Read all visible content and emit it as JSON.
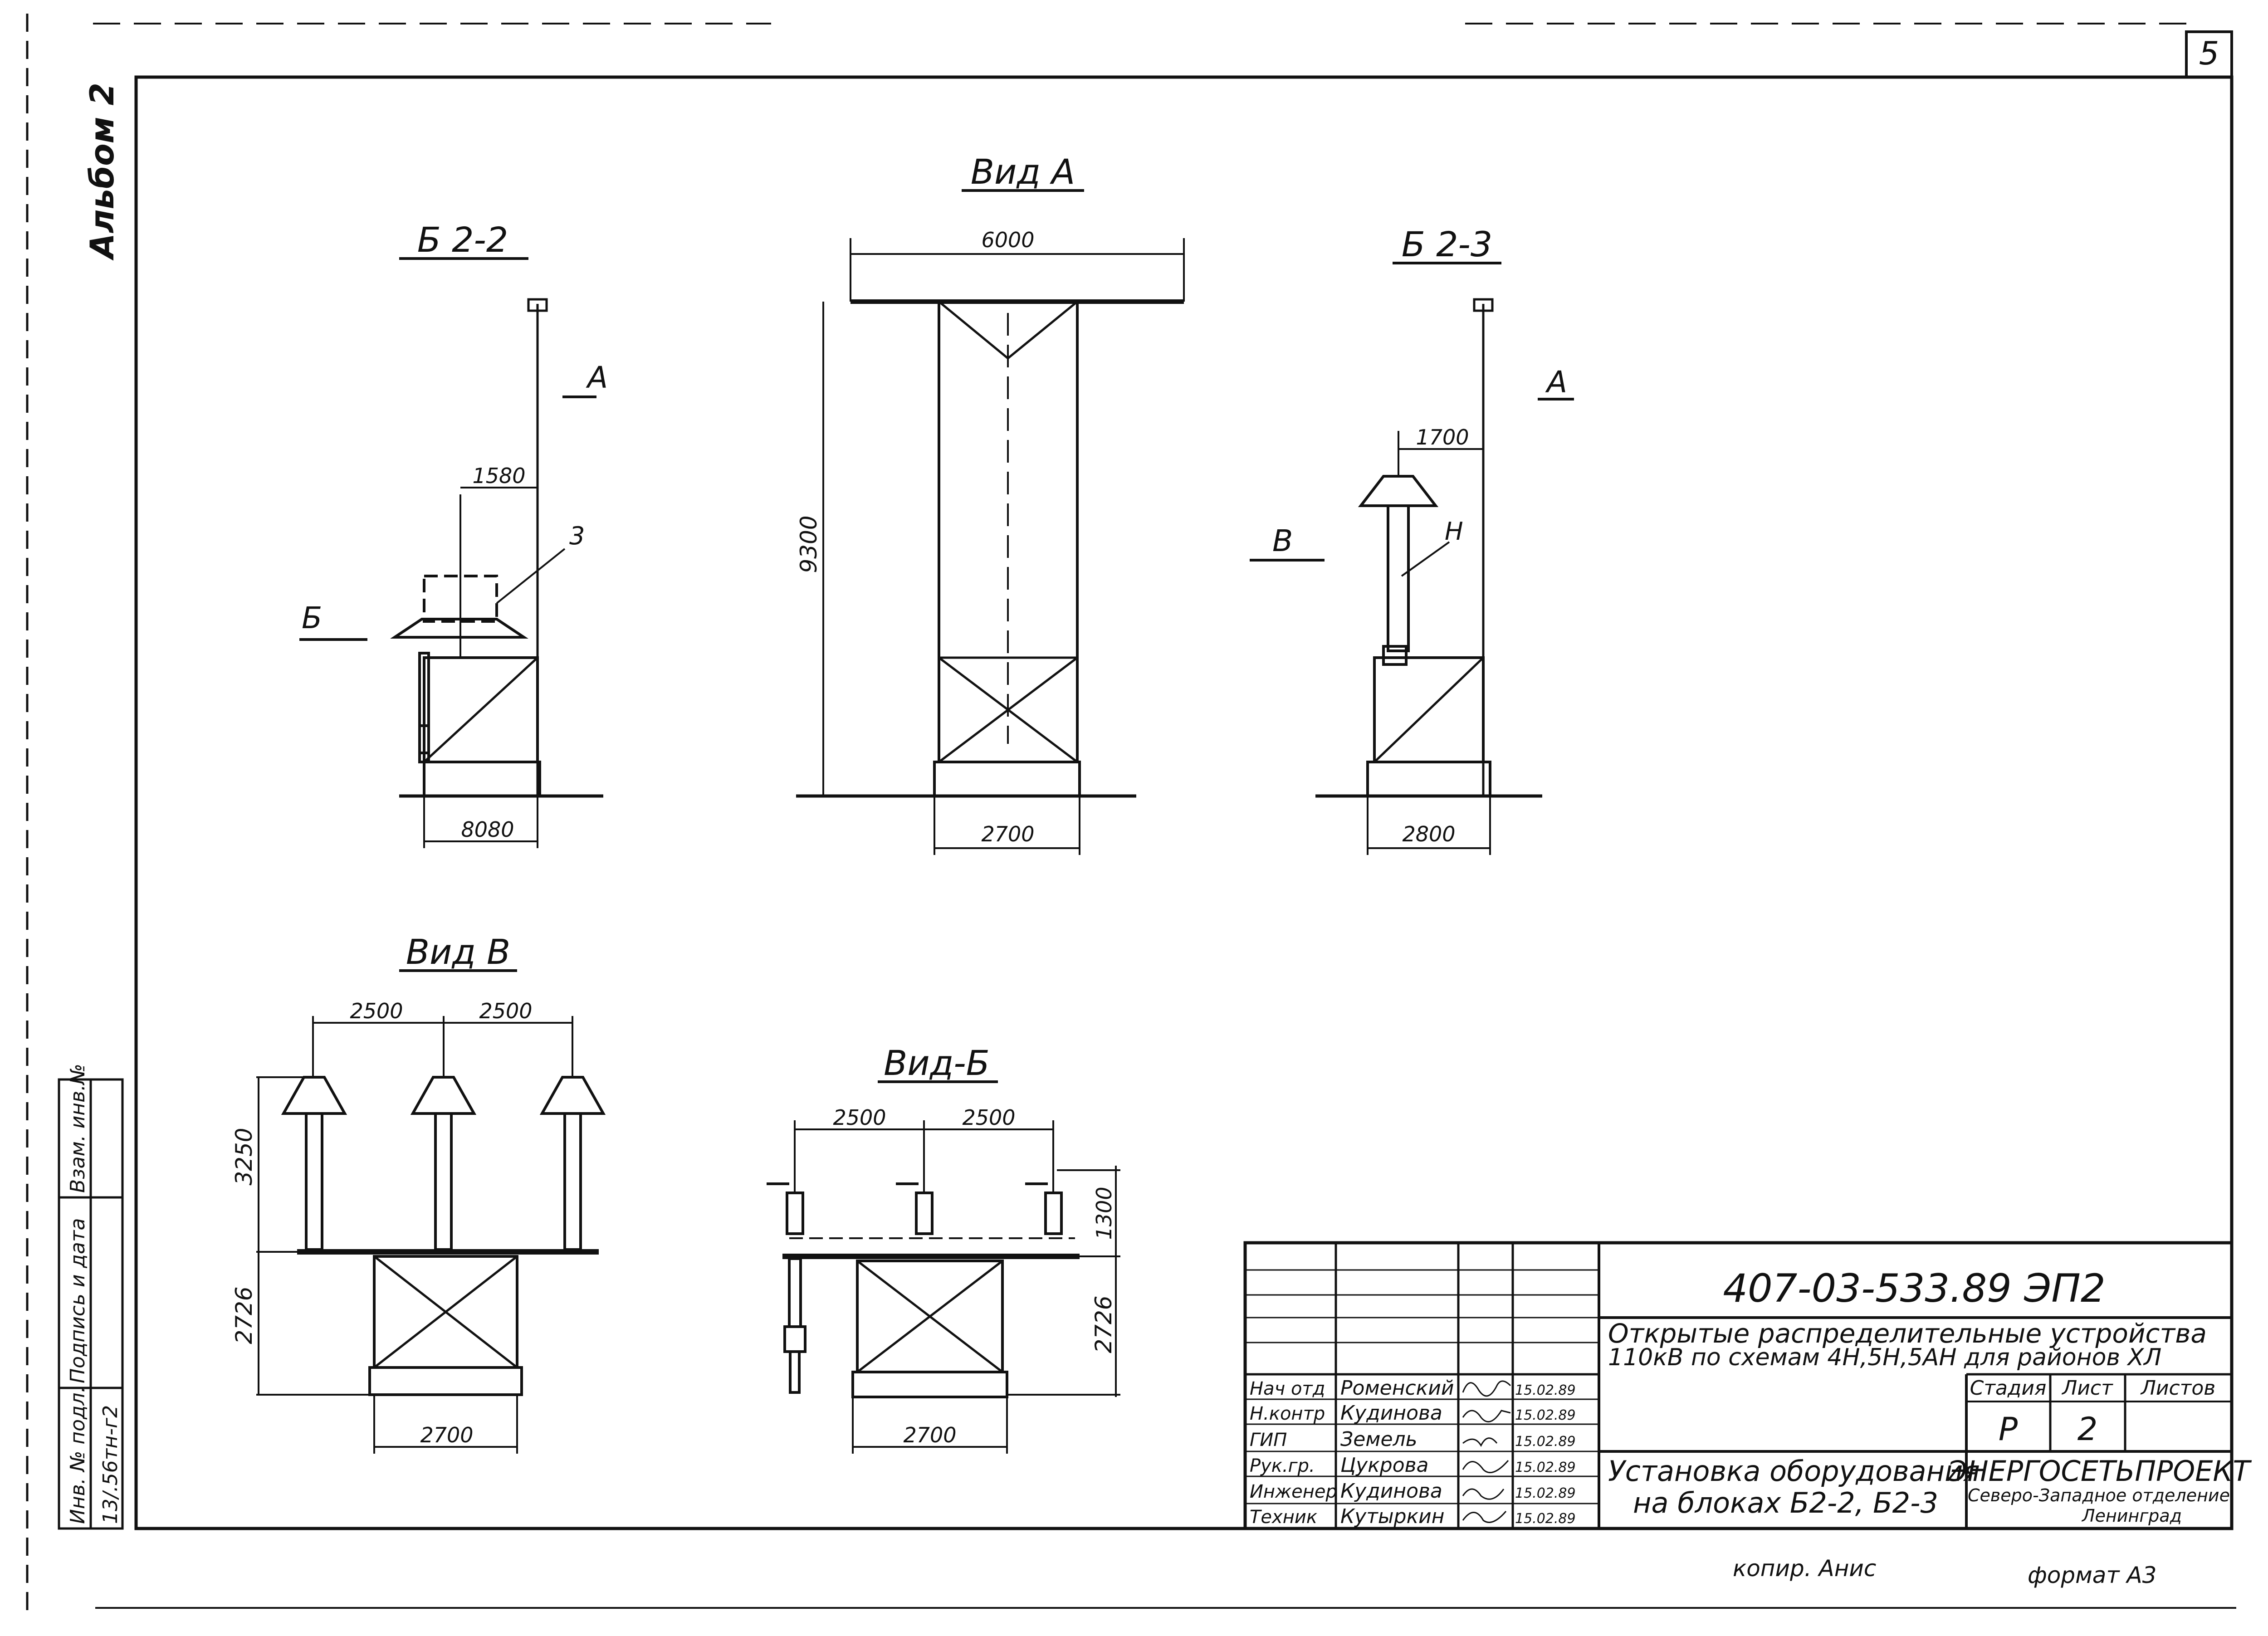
{
  "sheet": {
    "page_number": "5",
    "album": "Альбом 2",
    "copied": "копир. Анис",
    "format": "формат А3"
  },
  "left_stamp": {
    "col1_label": "Инв. № подл.",
    "col1_value": "13/.56тн-г2",
    "col2_label": "Подпись и дата",
    "col3_label": "Взам. инв.№"
  },
  "views": {
    "b2_2": {
      "title": "Б 2-2",
      "dim_top": "1580",
      "dim_bottom": "8080",
      "callout": "3",
      "arrow_a": "А",
      "arrow_b": "Б"
    },
    "vid_a": {
      "title": "Вид А",
      "dim_top": "6000",
      "dim_height": "9300",
      "dim_bottom": "2700"
    },
    "b2_3": {
      "title": "Б 2-3",
      "dim_top": "1700",
      "dim_bottom": "2800",
      "callout": "Н",
      "arrow_a": "А",
      "arrow_b": "В"
    },
    "vid_b": {
      "title": "Вид В",
      "dim_top_1": "2500",
      "dim_top_2": "2500",
      "dim_left_upper": "3250",
      "dim_left_lower": "2726",
      "dim_bottom": "2700"
    },
    "vid_b2": {
      "title": "Вид-Б",
      "dim_top_1": "2500",
      "dim_top_2": "2500",
      "dim_right_upper": "1300",
      "dim_right_lower": "2726",
      "dim_bottom": "2700"
    }
  },
  "title_block": {
    "code": "407-03-533.89  ЭП2",
    "project_title_line1": "Открытые распределительные устройства",
    "project_title_line2": "110кВ по схемам 4Н,5Н,5АН для районов ХЛ",
    "sheet_title_line1": "Установка оборудования",
    "sheet_title_line2": "на блоках Б2-2, Б2-3",
    "stage_label": "Стадия",
    "sheet_label": "Лист",
    "sheets_label": "Листов",
    "stage": "Р",
    "sheet": "2",
    "sheets": "",
    "org_line1": "ЭНЕРГОСЕТЬПРОЕКТ",
    "org_line2": "Северо-Западное отделение",
    "org_line3": "Ленинград",
    "signatures": [
      {
        "role": "Нач отд",
        "name": "Роменский",
        "date": "15.02.89"
      },
      {
        "role": "Н.контр",
        "name": "Кудинова",
        "date": "15.02.89"
      },
      {
        "role": "ГИП",
        "name": "Земель",
        "date": "15.02.89"
      },
      {
        "role": "Рук.гр.",
        "name": "Цукрова",
        "date": "15.02.89"
      },
      {
        "role": "Инженер",
        "name": "Кудинова",
        "date": "15.02.89"
      },
      {
        "role": "Техник",
        "name": "Кутыркин",
        "date": "15.02.89"
      }
    ]
  }
}
